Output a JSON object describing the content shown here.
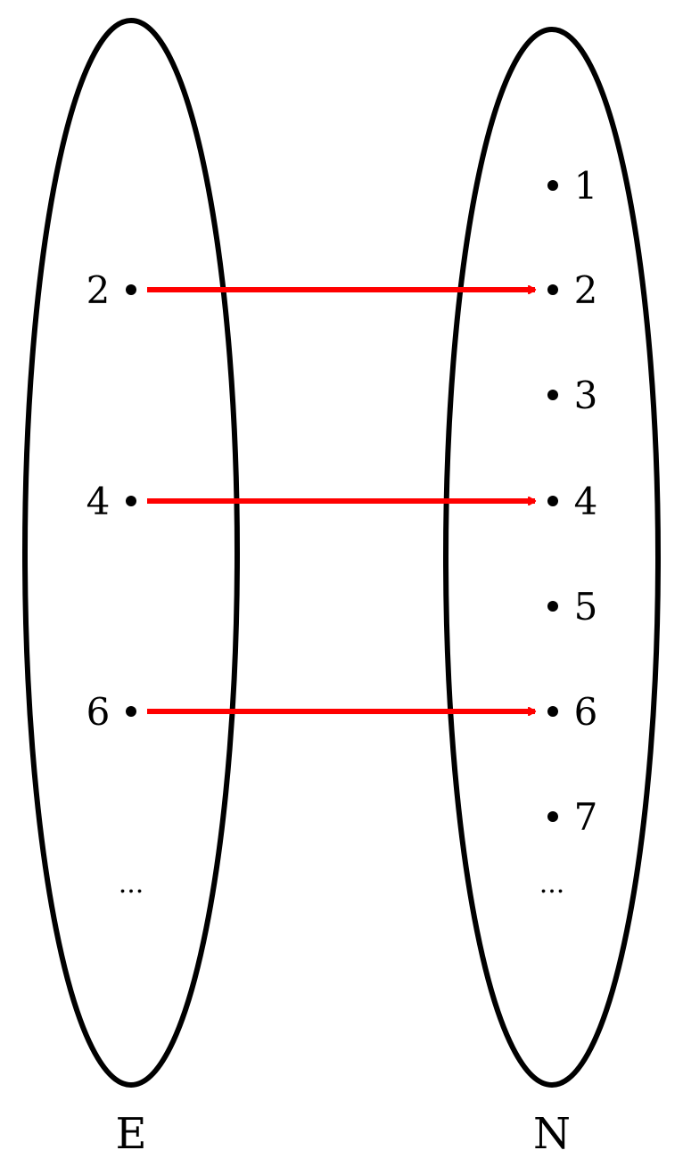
{
  "sets": {
    "left": {
      "label": "E",
      "elements": [
        "2",
        "4",
        "6"
      ],
      "continuation": "..."
    },
    "right": {
      "label": "N",
      "elements": [
        "1",
        "2",
        "3",
        "4",
        "5",
        "6",
        "7"
      ],
      "continuation": "..."
    }
  },
  "mappings": [
    {
      "from": "2",
      "to": "2"
    },
    {
      "from": "4",
      "to": "4"
    },
    {
      "from": "6",
      "to": "6"
    }
  ],
  "colors": {
    "ellipse": "#000000",
    "arrow": "#ff0000",
    "dot": "#000000"
  }
}
